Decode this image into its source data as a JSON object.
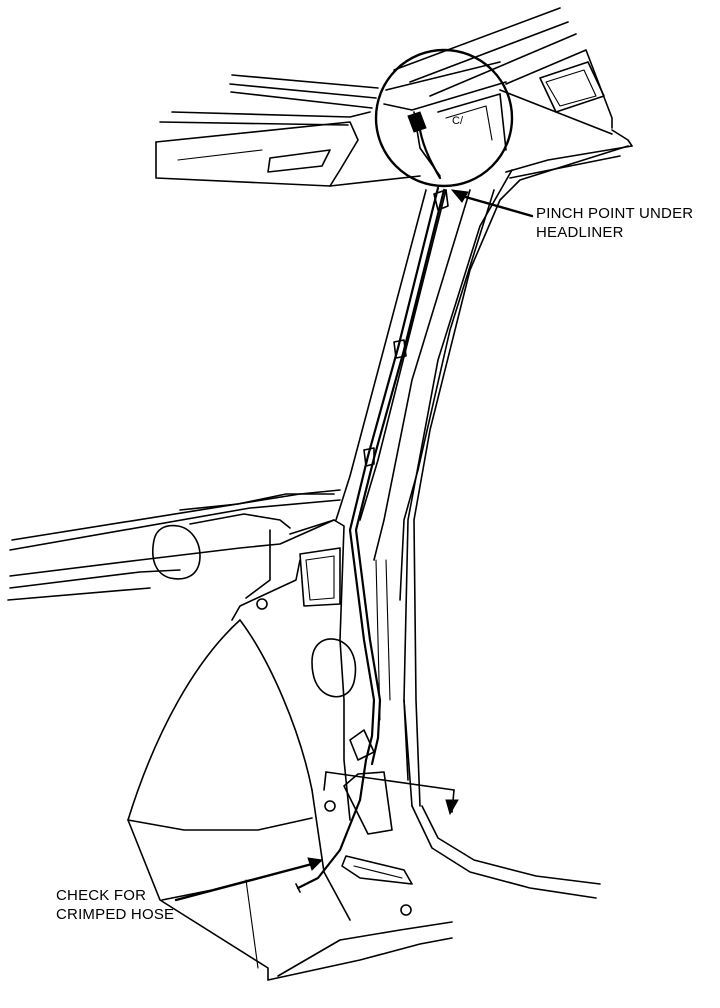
{
  "callouts": {
    "pinch_point": [
      "PINCH POINT UNDER",
      "HEADLINER"
    ],
    "crimped_hose": [
      "CHECK FOR",
      "CRIMPED HOSE"
    ]
  },
  "detail_mark": "C/"
}
